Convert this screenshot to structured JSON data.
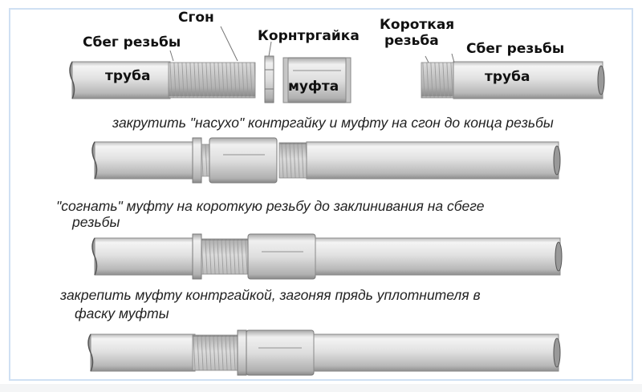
{
  "labels": {
    "sgon": "Сгон",
    "sbeg_left": "Сбег резьбы",
    "kontrgaika": "Корнтргайка",
    "korotkaya_1": "Короткая",
    "korotkaya_2": "резьба",
    "sbeg_right": "Сбег резьбы",
    "truba_left": "труба",
    "mufta": "муфта",
    "truba_right": "труба"
  },
  "steps": [
    {
      "line1": "закрутить \"насухо\" контргайку и муфту на сгон до конца резьбы"
    },
    {
      "line1": "\"согнать\" муфту на короткую резьбу до заклинивания на сбеге",
      "line2": "резьбы"
    },
    {
      "line1": "закрепить муфту контргайкой, загоняя прядь уплотнителя в",
      "line2": "фаску муфты"
    }
  ],
  "colors": {
    "frame_border": "#cfe0f3",
    "pipe_light": "#f2f2f2",
    "pipe_mid": "#d6d6d6",
    "pipe_dark": "#9a9a9a",
    "text": "#111111"
  }
}
